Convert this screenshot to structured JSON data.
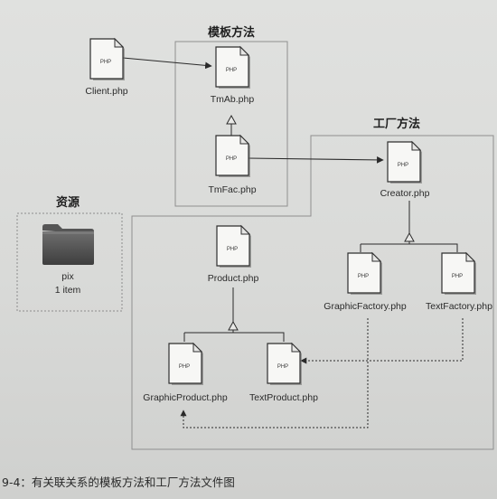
{
  "groups": {
    "template_method": "模板方法",
    "factory_method": "工厂方法",
    "resources": "资源"
  },
  "files": {
    "client": "Client.php",
    "tmab": "TmAb.php",
    "tmfac": "TmFac.php",
    "creator": "Creator.php",
    "product": "Product.php",
    "graphic_factory": "GraphicFactory.php",
    "text_factory": "TextFactory.php",
    "graphic_product": "GraphicProduct.php",
    "text_product": "TextProduct.php"
  },
  "file_type_tag": "PHP",
  "folder": {
    "name": "pix",
    "count": "1 item"
  },
  "caption": "9-4：有关联关系的模板方法和工厂方法文件图"
}
